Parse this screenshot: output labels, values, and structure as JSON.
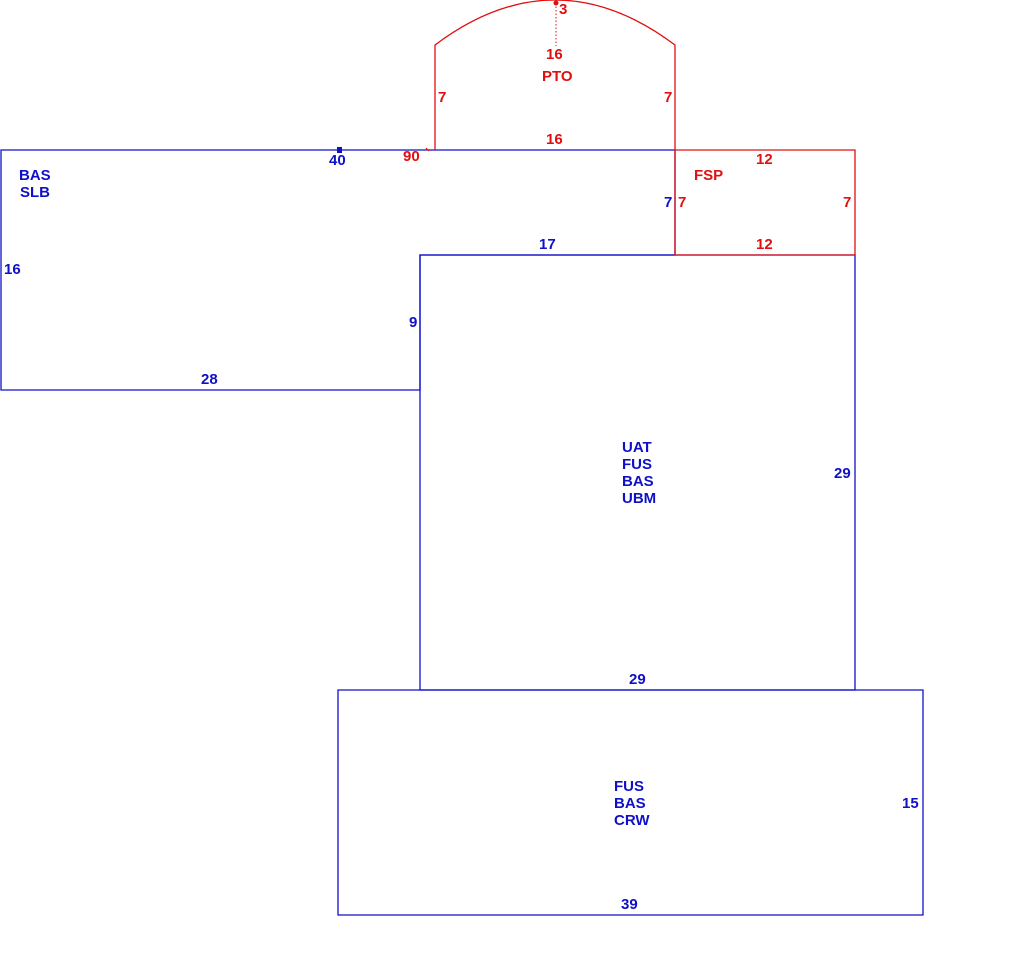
{
  "colors": {
    "main": "#1010c8",
    "secondary": "#e01010",
    "background": "#ffffff"
  },
  "areas": {
    "bas_slb": {
      "codes": [
        "BAS",
        "SLB"
      ]
    },
    "pto": {
      "codes": [
        "PTO"
      ]
    },
    "fsp": {
      "codes": [
        "FSP"
      ]
    },
    "uat": {
      "codes": [
        "UAT",
        "FUS",
        "BAS",
        "UBM"
      ]
    },
    "crw": {
      "codes": [
        "FUS",
        "BAS",
        "CRW"
      ]
    }
  },
  "dimensions": {
    "bas_slb_top": "40",
    "bas_slb_left": "16",
    "bas_slb_bottom": "28",
    "bas_slb_notch": "9",
    "bas_slb_inner_top": "17",
    "bas_slb_inner_right": "7",
    "pto_arc_height": "3",
    "pto_chord": "16",
    "pto_left": "7",
    "pto_right": "7",
    "pto_base": "16",
    "pto_angle": "90",
    "fsp_top": "12",
    "fsp_left": "7",
    "fsp_right": "7",
    "fsp_bottom": "12",
    "uat_right": "29",
    "uat_bottom": "29",
    "crw_right": "15",
    "crw_bottom": "39"
  }
}
